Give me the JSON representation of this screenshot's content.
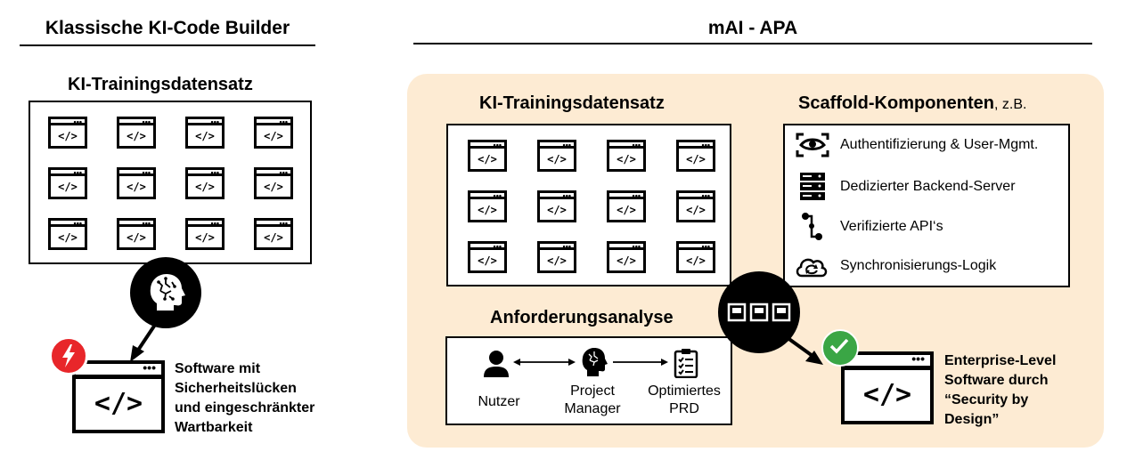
{
  "left": {
    "header": "Klassische KI-Code Builder",
    "dataset_title": "KI-Trainingsdatensatz",
    "code_glyph": "</>",
    "window_dots": "•••",
    "result_text": [
      "Software mit",
      "Sicherheitslücken",
      "und eingeschränkter",
      "Wartbarkeit"
    ],
    "warning_color": "#e8262a"
  },
  "right": {
    "header": "mAI - APA",
    "panel_color": "#fdebd3",
    "dataset_title": "KI-Trainingsdatensatz",
    "scaffold_title": "Scaffold-Komponenten",
    "scaffold_suffix": ", z.B.",
    "scaffold_items": [
      {
        "label": "Authentifizierung & User-Mgmt.",
        "icon": "eye-scan-icon"
      },
      {
        "label": "Dedizierter Backend-Server",
        "icon": "server-icon"
      },
      {
        "label": "Verifizierte API‘s",
        "icon": "api-flow-icon"
      },
      {
        "label": "Synchronisierungs-Logik",
        "icon": "cloud-sync-icon"
      }
    ],
    "requirements_title": "Anforderungsanalyse",
    "requirements_nodes": [
      {
        "label": "Nutzer",
        "icon": "user-icon"
      },
      {
        "label": "Project Manager",
        "icon": "ai-head-icon"
      },
      {
        "label": "Optimiertes PRD",
        "icon": "checklist-icon"
      }
    ],
    "result_text": [
      "Enterprise-Level",
      "Software durch",
      "“Security by",
      "Design”"
    ],
    "check_color": "#3aa645"
  }
}
